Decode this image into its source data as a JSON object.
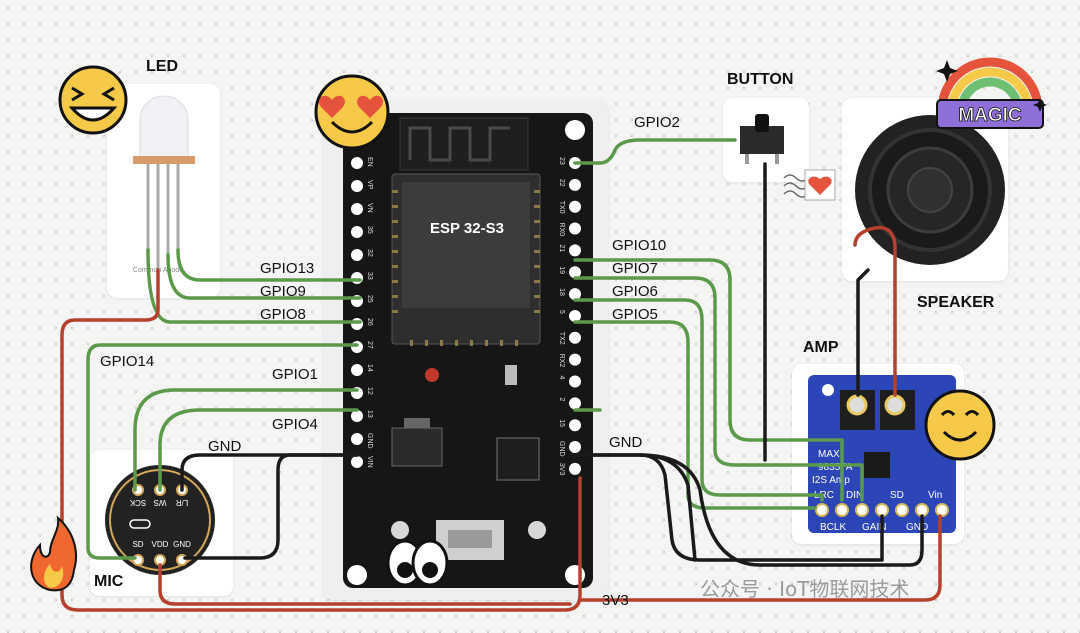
{
  "titles": {
    "led": "LED",
    "button": "BUTTON",
    "speaker": "SPEAKER",
    "amp": "AMP",
    "mic": "MIC",
    "board": "ESP 32-S3"
  },
  "led_caption": "Common Anode",
  "gpio_labels": {
    "gpio2": "GPIO2",
    "gpio13": "GPIO13",
    "gpio9": "GPIO9",
    "gpio8": "GPIO8",
    "gpio14": "GPIO14",
    "gpio1": "GPIO1",
    "gpio4": "GPIO4",
    "gpio10": "GPIO10",
    "gpio7": "GPIO7",
    "gpio6": "GPIO6",
    "gpio5": "GPIO5",
    "gnd_left": "GND",
    "gnd_right": "GND",
    "v3_bottom": "3V3"
  },
  "board_pins_left": [
    "EN",
    "VP",
    "VN",
    "35",
    "32",
    "33",
    "25",
    "26",
    "27",
    "14",
    "12",
    "13",
    "GND",
    "VIN"
  ],
  "board_pins_right": [
    "23",
    "22",
    "TX0",
    "RX0",
    "21",
    "19",
    "18",
    "5",
    "TX2",
    "RX2",
    "4",
    "2",
    "15",
    "GND",
    "3V3"
  ],
  "amp_chip_text": [
    "MAX",
    "98357A",
    "I2S Amp"
  ],
  "amp_pins": [
    "LRC",
    "BCLK",
    "DIN",
    "GAIN",
    "SD",
    "GND",
    "Vin"
  ],
  "mic_pins_top": [
    "SCK",
    "WS",
    "L/R"
  ],
  "mic_pins_bottom": [
    "SD",
    "VDD",
    "GND"
  ],
  "magic_badge": "MAGIC",
  "watermark": "公众号 · IoT物联网技术",
  "colors": {
    "wire_green": "#5a9a4a",
    "wire_black": "#1a1a1a",
    "wire_red": "#b5402e",
    "board": "#161616",
    "amp_board": "#2c46b8",
    "emoji_yellow": "#f7c948"
  },
  "icons": [
    "grin-emoji-icon",
    "heart-eyes-emoji-icon",
    "smile-emoji-icon",
    "eyes-emoji-icon",
    "fire-emoji-icon",
    "heart-stamp-icon",
    "rainbow-icon"
  ]
}
